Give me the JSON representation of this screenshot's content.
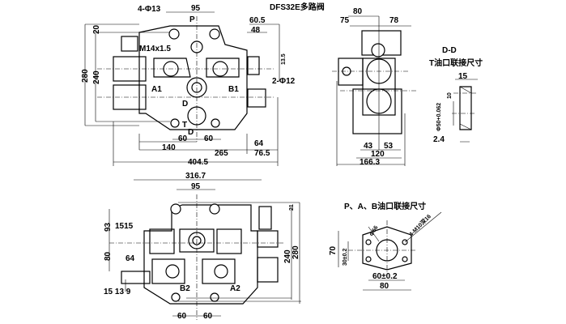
{
  "title": "DFS32E多路阀",
  "top_view": {
    "holes": "4-Φ13",
    "p_port": "P",
    "width_95": "95",
    "thread": "M14x1.5",
    "a1": "A1",
    "b1": "B1",
    "section_d1": "D",
    "section_d2": "D",
    "t_port": "T",
    "dim_60a": "60",
    "dim_60b": "60",
    "dim_140": "140",
    "dim_265": "265",
    "dim_404": "404.5",
    "dim_64": "64",
    "dim_76": "76.5",
    "dim_60_5": "60.5",
    "dim_48": "48",
    "dim_13_5": "13.5",
    "pin": "2-Φ12",
    "dim_280": "280",
    "dim_240": "240",
    "dim_20": "20"
  },
  "side_view": {
    "dim_80": "80",
    "dim_75": "75",
    "dim_78": "78",
    "dim_43": "43",
    "dim_53": "53",
    "dim_120": "120",
    "dim_166": "166.3"
  },
  "section_dd": {
    "title": "D-D",
    "subtitle": "T油口联接尺寸",
    "dim_15": "15",
    "dim_2_4": "2.4",
    "dia": "Φ50+0.062",
    "dim_10": "10"
  },
  "bottom_view": {
    "dim_316": "316.7",
    "dim_95": "95",
    "dim_21": "21",
    "dim_240": "240",
    "dim_280": "280",
    "b2": "B2",
    "a2": "A2",
    "dim_60a": "60",
    "dim_60b": "60",
    "dim_93": "93",
    "dim_1515": "1515",
    "dim_64": "64",
    "dim_80": "80",
    "dim_15_13_9": "15 13 9"
  },
  "port_pab": {
    "title": "P、A、B油口联接尺寸",
    "dia": "Φ56",
    "thread": "4-M10深16",
    "dim_70": "70",
    "dim_30": "30±0.2",
    "dim_60": "60±0.2",
    "dim_80": "80"
  }
}
